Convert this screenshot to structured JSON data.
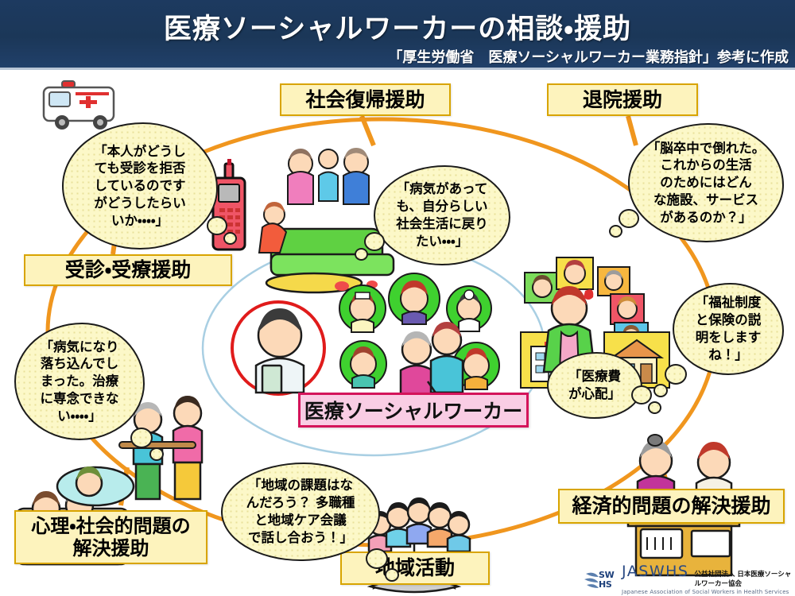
{
  "header": {
    "title": "医療ソーシャルワーカーの相談・援助",
    "subtitle": "「厚生労働省　医療ソーシャルワーカー業務指針」参考に作成",
    "bg_color": "#1d3a60",
    "text_color": "#ffffff"
  },
  "center": {
    "label": "医療ソーシャルワーカー",
    "label_fill": "#f9cde4",
    "label_border": "#d4145a",
    "highlight_circle_color": "#e01b1b",
    "ellipse_color": "#a9cfe3"
  },
  "categories": [
    {
      "id": "shakai-fukki",
      "label": "社会復帰援助"
    },
    {
      "id": "taiin",
      "label": "退院援助"
    },
    {
      "id": "jushin-juryo",
      "label": "受診・受療援助"
    },
    {
      "id": "shinri-shakai",
      "label": "心理・社会的問題の\n解決援助"
    },
    {
      "id": "chiiki-katsudo",
      "label": "地域活動"
    },
    {
      "id": "keizai",
      "label": "経済的問題の解決援助"
    }
  ],
  "bubbles": [
    {
      "id": "refuse-consult",
      "text": "「本人がどうし\nても受診を拒否\nしているのです\nがどうしたらい\nいか・・・・」"
    },
    {
      "id": "return-society",
      "text": "「病気があって\nも、自分らしい\n社会生活に戻り\nたい・・・」"
    },
    {
      "id": "stroke",
      "text": "「脳卒中で倒れた。\nこれからの生活\nのためにはどん\nな施設、サービス\nがあるのか？」"
    },
    {
      "id": "welfare-system",
      "text": "「福祉制度\nと保険の説\n明をします\nね！」"
    },
    {
      "id": "depressed",
      "text": "「病気になり\n落ち込んでし\nまった。治療\nに専念できな\nい・・・・」"
    },
    {
      "id": "medical-cost",
      "text": "「医療費\nが心配」"
    },
    {
      "id": "community",
      "text": "「地域の課題はな\nんだろう？ 多職種\nと地域ケア会議\nで話し合おう！」"
    }
  ],
  "footer": {
    "acronym": "JASWHS",
    "mark_top": "SW",
    "mark_bottom": "HS",
    "jp_name": "公益社団法人 日本医療ソーシャルワーカー協会",
    "en_name": "Japanese Association of Social Workers in Health Services",
    "brand_color": "#2a4a84"
  },
  "palette": {
    "category_fill": "#fdf3bd",
    "category_border": "#d8a400",
    "connector": "#f0961e",
    "cloud_fill": "#fcf8c8",
    "cloud_border": "#1b1b1b"
  }
}
